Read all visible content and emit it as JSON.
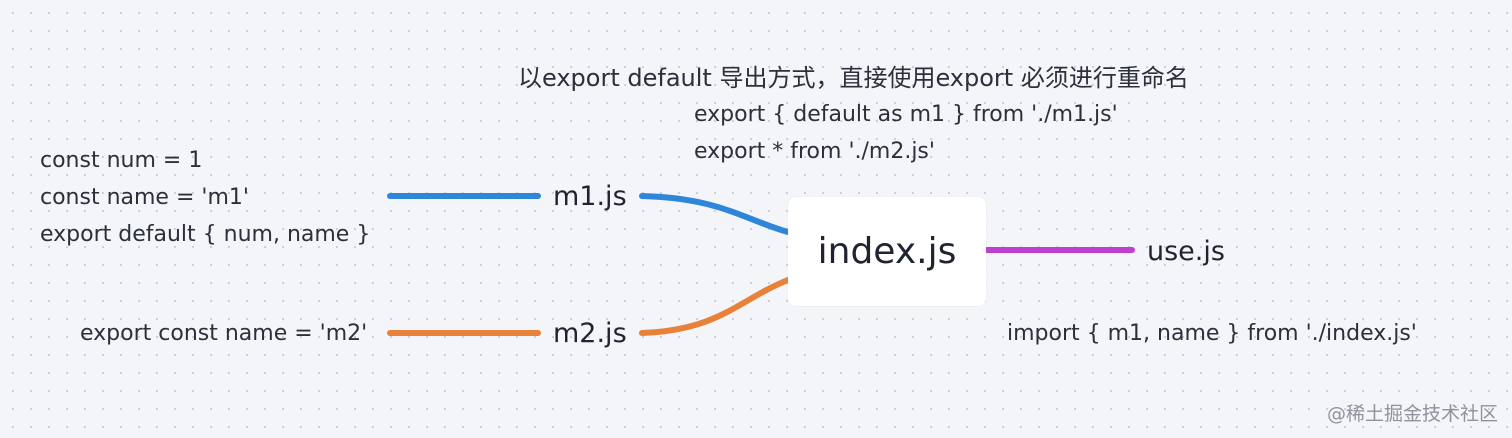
{
  "heading": "以export default 导出方式，直接使用export 必须进行重命名",
  "center_node": {
    "label": "index.js"
  },
  "nodes": {
    "m1": {
      "label": "m1.js"
    },
    "m2": {
      "label": "m2.js"
    },
    "use": {
      "label": "use.js"
    }
  },
  "notes": {
    "m1_code": [
      "const num = 1",
      "const name = 'm1'",
      "export default { num, name }"
    ],
    "m2_code": [
      "export const name = 'm2'"
    ],
    "index_code": [
      "export { default as m1 } from './m1.js'",
      "export * from './m2.js'"
    ],
    "use_code": [
      "import { m1, name } from './index.js'"
    ]
  },
  "colors": {
    "m1_connector": "#2f86d9",
    "m2_connector": "#e8823a",
    "use_connector": "#c03fd0",
    "center_box": "#ffffff"
  },
  "watermark": "@稀土掘金技术社区"
}
